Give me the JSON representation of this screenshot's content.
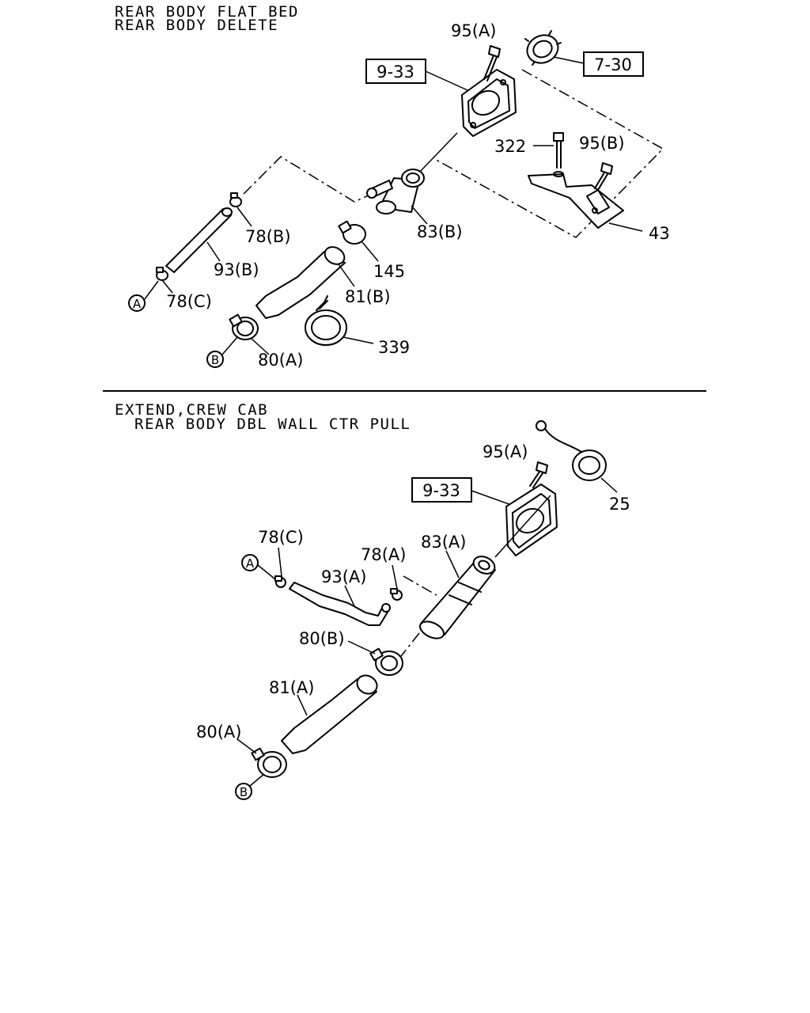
{
  "section1": {
    "header_line1": "REAR BODY FLAT BED",
    "header_line2": "REAR BODY DELETE",
    "labels": {
      "ref_9_33": "9-33",
      "ref_7_30": "7-30",
      "p95a": "95(A)",
      "p95b": "95(B)",
      "p322": "322",
      "p43": "43",
      "p83b": "83(B)",
      "p78b": "78(B)",
      "p93b": "93(B)",
      "p145": "145",
      "p81b": "81(B)",
      "p78c": "78(C)",
      "p80a": "80(A)",
      "p339": "339",
      "markerA": "A",
      "markerB": "B"
    }
  },
  "section2": {
    "header_line1": "EXTEND,CREW CAB",
    "header_line2": "REAR BODY DBL WALL CTR PULL",
    "labels": {
      "ref_9_33": "9-33",
      "p95a": "95(A)",
      "p25": "25",
      "p78c": "78(C)",
      "p78a": "78(A)",
      "p83a": "83(A)",
      "p93a": "93(A)",
      "p80b": "80(B)",
      "p81a": "81(A)",
      "p80a": "80(A)",
      "markerA": "A",
      "markerB": "B"
    }
  }
}
